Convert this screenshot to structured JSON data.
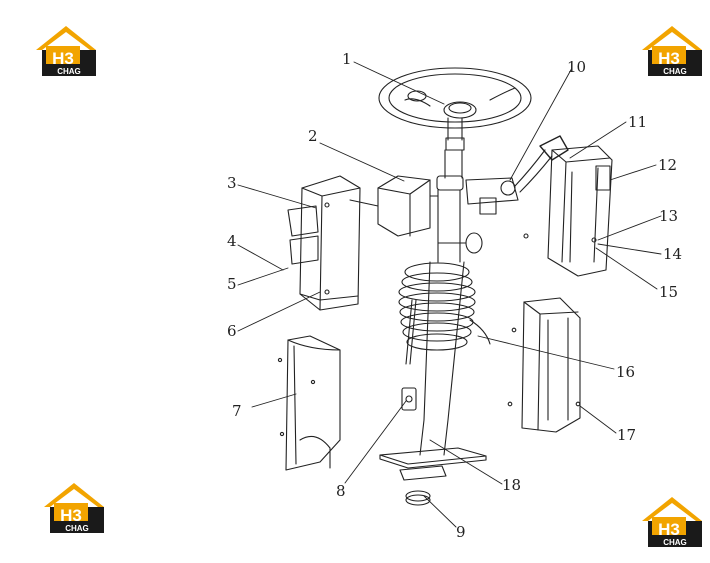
{
  "logo": {
    "mark": "H3",
    "brand": "CHAG",
    "colors": {
      "roof": "#f2a400",
      "block": "#1a1a1a",
      "mark_fill": "#ffffff"
    }
  },
  "diagram": {
    "line_color": "#222222",
    "callouts": [
      "1",
      "2",
      "3",
      "4",
      "5",
      "6",
      "7",
      "8",
      "9",
      "10",
      "11",
      "12",
      "13",
      "14",
      "15",
      "16",
      "17",
      "18"
    ]
  }
}
